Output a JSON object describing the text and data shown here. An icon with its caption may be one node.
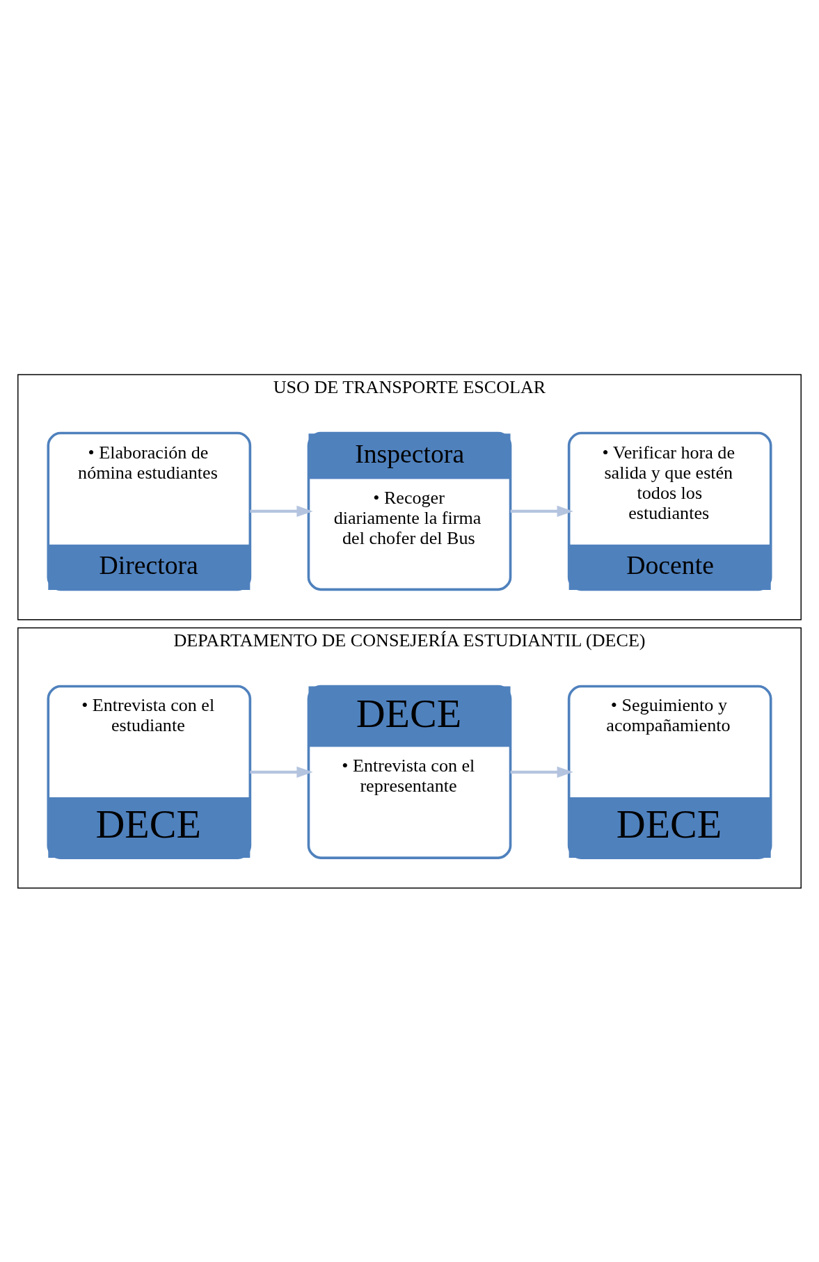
{
  "diagram": {
    "nodes": [
      {
        "text": [
          "USO DE TRANSPORTE ESCOLAR"
        ]
      },
      {
        "text": [
          "• Elaboración de nómina estudiantes",
          "Directora"
        ],
        "in": 0
      },
      {
        "text": [
          "Inspectora",
          "• Recoger diariamente la firma del chofer del Bus"
        ],
        "in": 0
      },
      {
        "text": [
          "• Verificar hora de salida y que estén todos los estudiantes",
          "Docente"
        ],
        "in": 0
      },
      {
        "text": [
          "DEPARTAMENTO DE CONSEJERÍA ESTUDIANTIL (DECE)"
        ]
      },
      {
        "text": [
          "• Entrevista con el estudiante",
          "DECE"
        ],
        "in": 4
      },
      {
        "text": [
          "DECE",
          "• Entrevista con el representante"
        ],
        "in": 4
      },
      {
        "text": [
          "• Seguimiento y acompañamiento",
          "DECE"
        ],
        "in": 4
      }
    ],
    "edges": [
      {
        "from": 1,
        "to": 2,
        "arrow": "to"
      },
      {
        "from": 2,
        "to": 3,
        "arrow": "to"
      },
      {
        "from": 5,
        "to": 6,
        "arrow": "to"
      },
      {
        "from": 6,
        "to": 7,
        "arrow": "to"
      }
    ]
  }
}
